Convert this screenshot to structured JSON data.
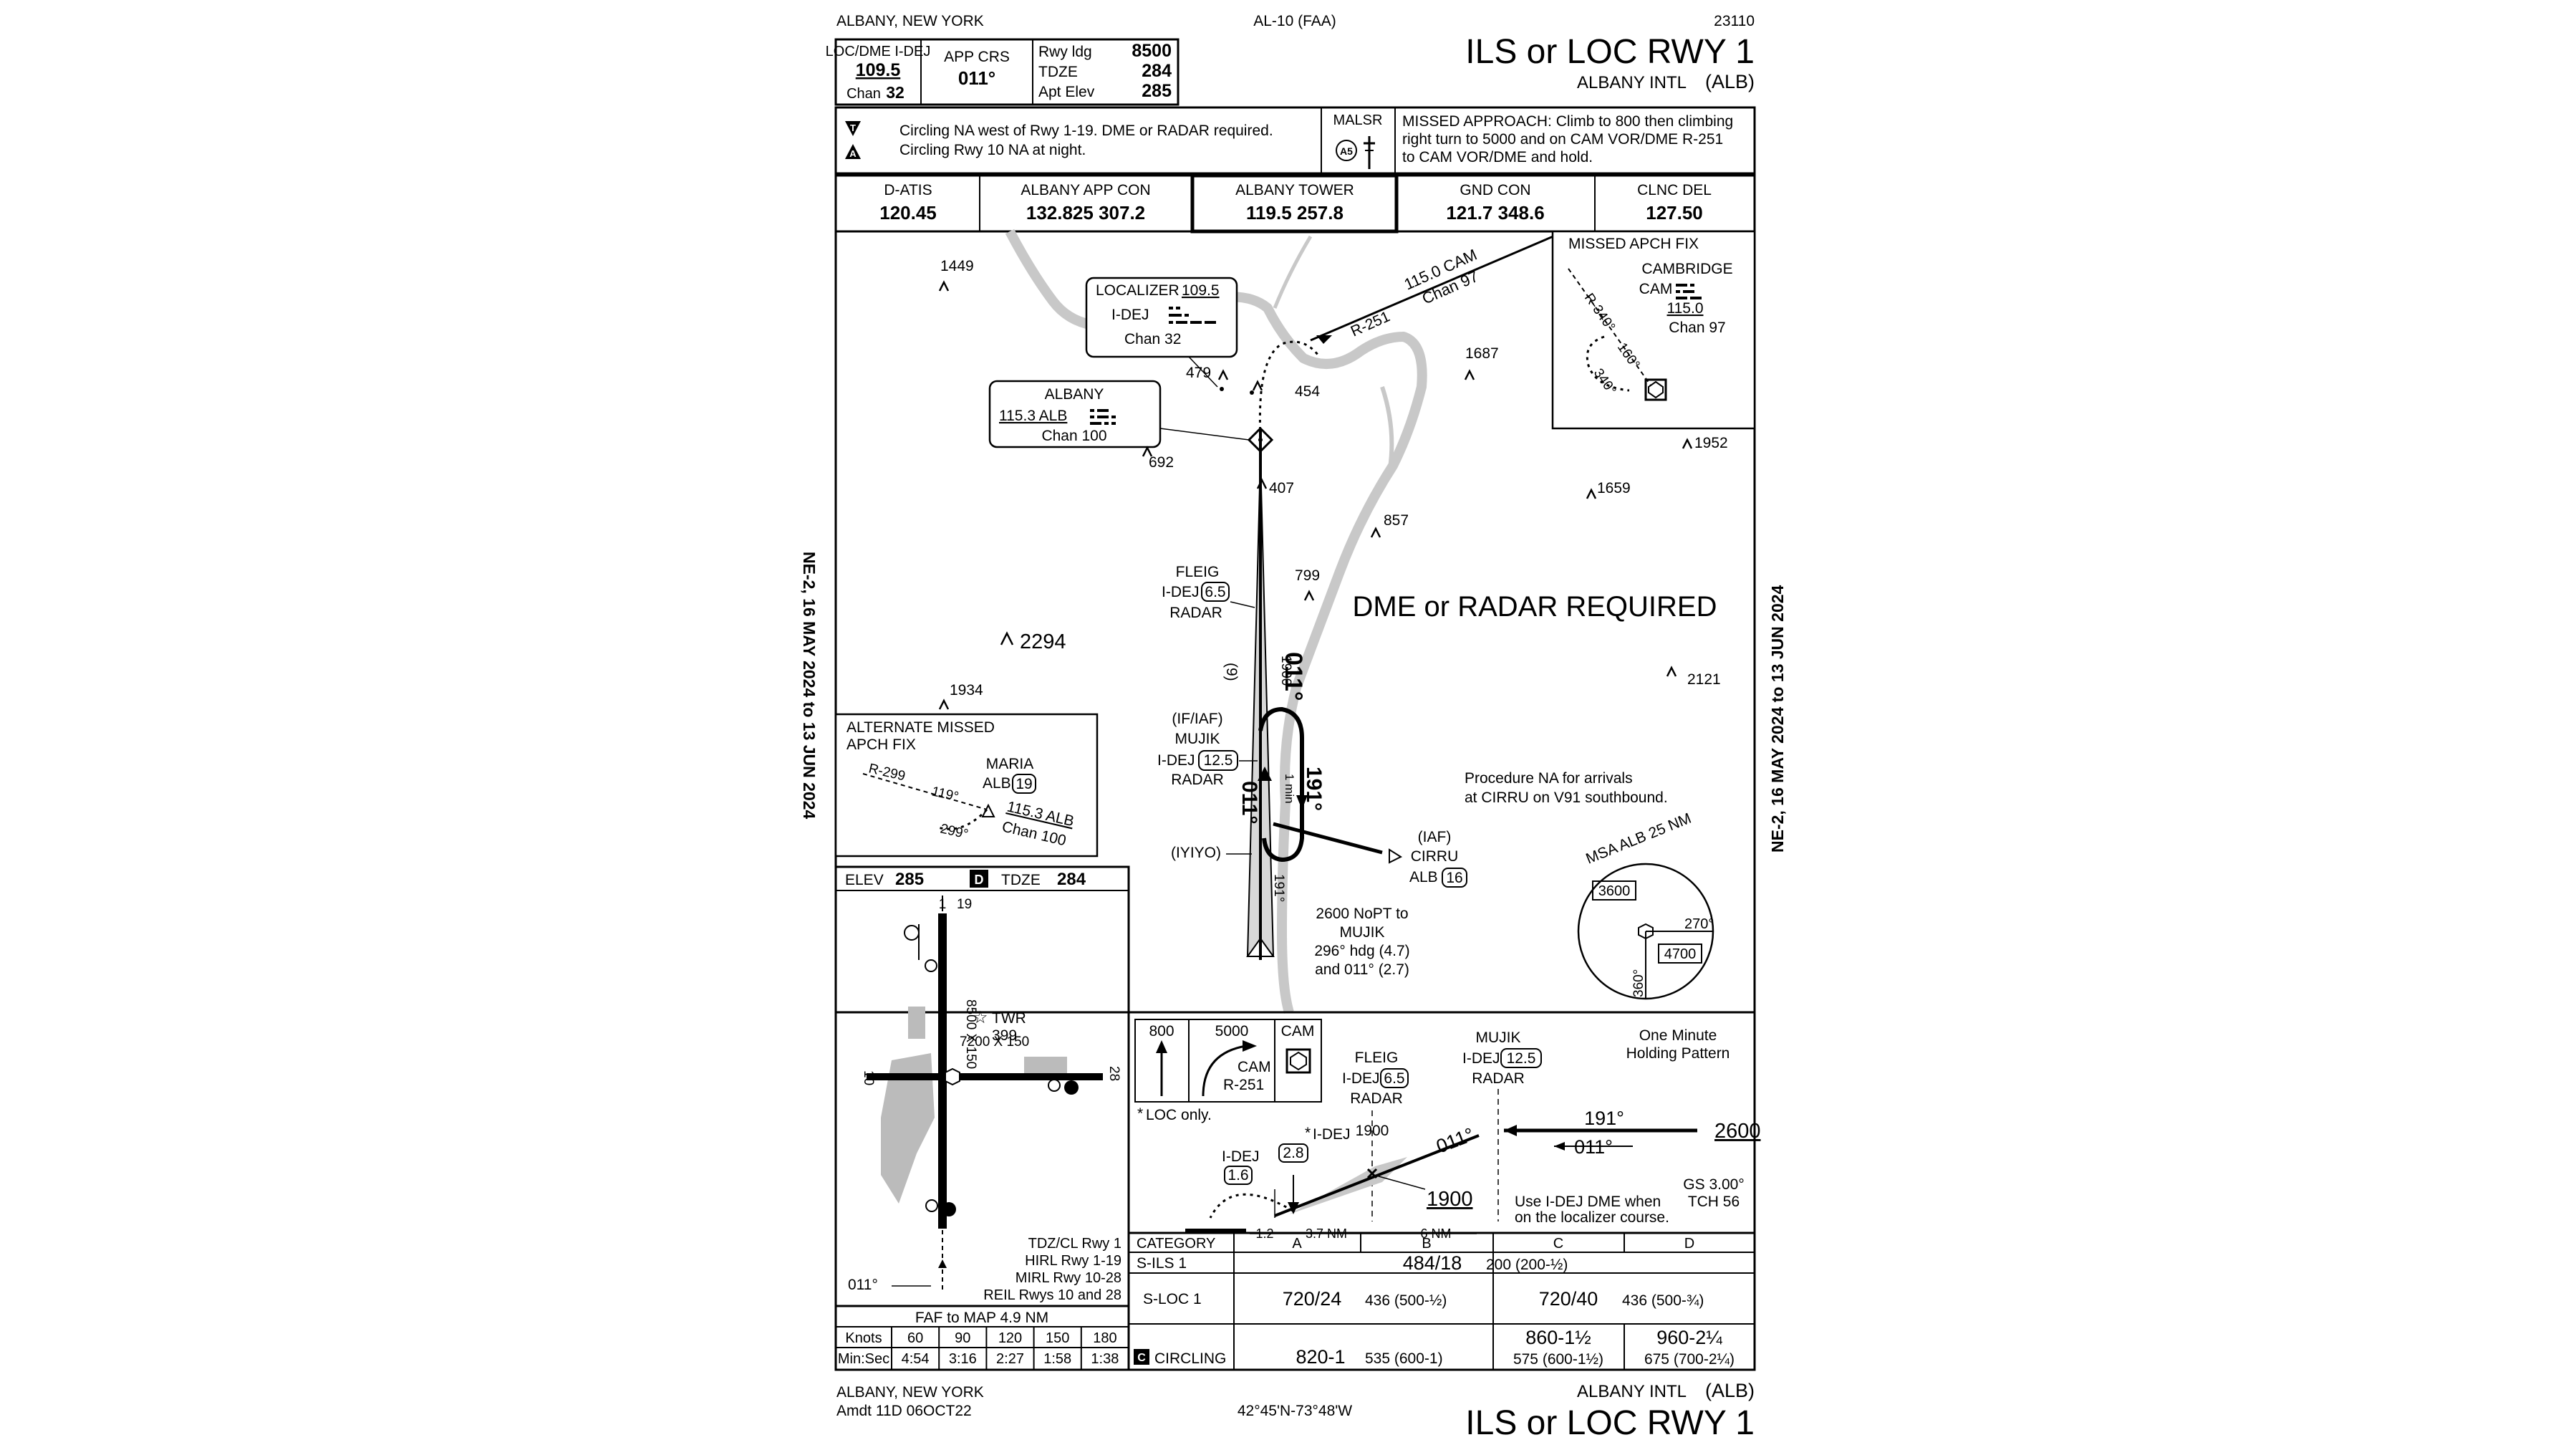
{
  "header": {
    "city_state": "ALBANY, NEW YORK",
    "volume": "AL-10 (FAA)",
    "chart_number": "23110",
    "procedure_title": "ILS or LOC RWY 1",
    "airport_name": "ALBANY INTL",
    "airport_id": "(ALB)"
  },
  "briefing": {
    "loc_dme_label": "LOC/DME  I-DEJ",
    "loc_freq": "109.5",
    "loc_chan_label": "Chan",
    "loc_chan": "32",
    "app_crs_label": "APP CRS",
    "app_crs": "011°",
    "rwy_ldg_label": "Rwy ldg",
    "rwy_ldg": "8500",
    "tdze_label": "TDZE",
    "tdze": "284",
    "apt_elev_label": "Apt Elev",
    "apt_elev": "285",
    "note1": "Circling NA west of Rwy 1-19.  DME or RADAR required.",
    "note2": "Circling Rwy 10 NA at night.",
    "malsr": "MALSR",
    "missed_1": "MISSED APPROACH: Climb to 800 then climbing",
    "missed_2": "right turn to 5000 and on CAM VOR/DME R-251",
    "missed_3": "to CAM VOR/DME and hold."
  },
  "comms": [
    {
      "name": "D-ATIS",
      "freq": "120.45"
    },
    {
      "name": "ALBANY APP CON",
      "freq": "132.825  307.2"
    },
    {
      "name": "ALBANY TOWER",
      "freq": "119.5  257.8"
    },
    {
      "name": "GND CON",
      "freq": "121.7  348.6"
    },
    {
      "name": "CLNC DEL",
      "freq": "127.50"
    }
  ],
  "plan": {
    "loc_box": {
      "l1": "LOCALIZER",
      "freq": "109.5",
      "l2": "I-DEJ",
      "l3": "Chan  32"
    },
    "vor_box": {
      "l1": "ALBANY",
      "l2": "115.3  ALB",
      "l3": "Chan 100"
    },
    "cam_radial": "115.0  CAM",
    "cam_chan": "Chan 97",
    "r251": "R-251",
    "dme_required": "DME or RADAR REQUIRED",
    "obstacles": [
      "1449",
      "1687",
      "479",
      "454",
      "692",
      "407",
      "1952",
      "1659",
      "857",
      "799",
      "2294",
      "1934",
      "2121"
    ],
    "fleig": {
      "l1": "FLEIG",
      "l2": "I-DEJ",
      "dme": "6.5",
      "l3": "RADAR"
    },
    "mujik": {
      "l1": "(IF/IAF)",
      "l2": "MUJIK",
      "l3": "I-DEJ",
      "dme": "12.5",
      "l4": "RADAR"
    },
    "course_011": "011°",
    "course_191": "191°",
    "nine": "(9)",
    "alt_1900": "1900",
    "hold_min": "1 min",
    "iyiyo": "(IYIYO)",
    "nopt_1": "2600 NoPT to",
    "nopt_2": "MUJIK",
    "nopt_3": "296° hdg (4.7)",
    "nopt_4": "and 011° (2.7)",
    "cirru": {
      "l1": "(IAF)",
      "l2": "CIRRU",
      "l3": "ALB",
      "dme": "16"
    },
    "proc_na_1": "Procedure NA for arrivals",
    "proc_na_2": "at CIRRU on V91 southbound.",
    "missed_fix": {
      "title": "MISSED APCH FIX",
      "l1": "CAMBRIDGE",
      "l2": "CAM",
      "l3": "115.0",
      "l4": "Chan 97",
      "r340": "R-340°",
      "c160": "160°",
      "c340": "340°"
    },
    "alt_missed": {
      "title1": "ALTERNATE MISSED",
      "title2": "APCH FIX",
      "l1": "MARIA",
      "l2": "ALB",
      "dme": "19",
      "l3": "115.3  ALB",
      "l4": "Chan 100",
      "r299": "R-299",
      "c119": "119°",
      "c299": "299°"
    },
    "msa": {
      "title": "MSA ALB 25 NM",
      "alt1": "3600",
      "alt2": "4700",
      "b270": "270°",
      "b360": "360°"
    }
  },
  "airport": {
    "elev_label": "ELEV",
    "elev": "285",
    "tdze_label": "TDZE",
    "tdze": "284",
    "rwy_dims_1": "8500 X 150",
    "rwy_dims_2": "7200 X 150",
    "twr": "TWR",
    "twr_elev": "399",
    "rwy_1": "1",
    "rwy_19": "19",
    "rwy_10": "10",
    "rwy_28": "28",
    "crs": "011°",
    "light_1": "TDZ/CL Rwy 1",
    "light_2": "HIRL Rwy 1-19",
    "light_3": "MIRL Rwy 10-28",
    "light_4": "REIL Rwys 10 and 28"
  },
  "timing": {
    "title": "FAF to MAP  4.9 NM",
    "knots_label": "Knots",
    "knots": [
      "60",
      "90",
      "120",
      "150",
      "180"
    ],
    "minsec_label": "Min:Sec",
    "times": [
      "4:54",
      "3:16",
      "2:27",
      "1:58",
      "1:38"
    ]
  },
  "profile": {
    "icon_800": "800",
    "icon_5000": "5000",
    "icon_cam": "CAM",
    "icon_cam2": "CAM",
    "icon_r251": "R-251",
    "loc_only": "LOC only.",
    "fleig_1": "FLEIG",
    "fleig_2": "I-DEJ",
    "fleig_dme": "6.5",
    "fleig_3": "RADAR",
    "mujik_1": "MUJIK",
    "mujik_2": "I-DEJ",
    "mujik_dme": "12.5",
    "mujik_3": "RADAR",
    "hold_1": "One Minute",
    "hold_2": "Holding Pattern",
    "c191": "191°",
    "c011a": "011°",
    "c011b": "011°",
    "alt_2600": "2600",
    "alt_1900a": "1900",
    "alt_1900b": "1900",
    "idej_28_label": "I-DEJ",
    "idej_28": "2.8",
    "idej_16_label": "I-DEJ",
    "idej_16": "1.6",
    "gs_1": "GS 3.00°",
    "gs_2": "TCH 56",
    "use_1": "Use I-DEJ DME when",
    "use_2": "on the localizer course.",
    "dist_1": "1.2",
    "dist_2": "3.7 NM",
    "dist_3": "6 NM"
  },
  "minimums": {
    "header": [
      "CATEGORY",
      "A",
      "B",
      "C",
      "D"
    ],
    "sils_label": "S-ILS 1",
    "sils_val": "484/18",
    "sils_sub": "200 (200-½)",
    "sloc_label": "S-LOC 1",
    "sloc_ab": "720/24",
    "sloc_ab_sub": "436 (500-½)",
    "sloc_cd": "720/40",
    "sloc_cd_sub": "436 (500-¾)",
    "circ_label": "CIRCLING",
    "circ_ab": "820-1",
    "circ_ab_sub": "535 (600-1)",
    "circ_c": "860-1½",
    "circ_c_sub": "575 (600-1½)",
    "circ_d": "960-2¼",
    "circ_d_sub": "675 (700-2¼)"
  },
  "footer": {
    "city_state": "ALBANY, NEW YORK",
    "amdt": "Amdt 11D  06OCT22",
    "coords": "42°45'N-73°48'W",
    "airport_name": "ALBANY INTL",
    "airport_id": "(ALB)",
    "procedure_title": "ILS or LOC RWY 1"
  },
  "side": {
    "left": "NE-2,  16 MAY 2024  to  13 JUN 2024",
    "right": "NE-2,  16 MAY 2024  to  13 JUN 2024"
  }
}
